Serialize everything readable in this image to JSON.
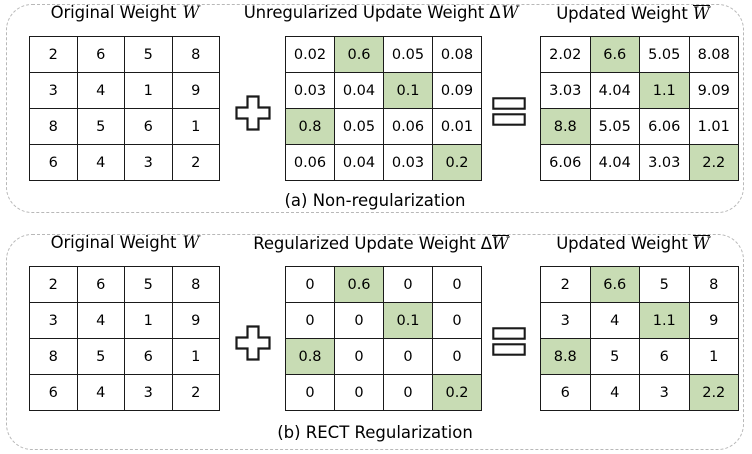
{
  "figure": {
    "green_highlight": "#c8dcb4",
    "panel_border": "#b8b8b8"
  },
  "panels": [
    {
      "id": "a",
      "caption": "(a) Non-regularization",
      "blocks": [
        {
          "title_prefix": "Original Weight ",
          "title_symbol": "W",
          "symbol_overline": false,
          "title_delta": "",
          "matrix": [
            [
              "2",
              "6",
              "5",
              "8"
            ],
            [
              "3",
              "4",
              "1",
              "9"
            ],
            [
              "8",
              "5",
              "6",
              "1"
            ],
            [
              "6",
              "4",
              "3",
              "2"
            ]
          ],
          "highlight": [
            [
              false,
              false,
              false,
              false
            ],
            [
              false,
              false,
              false,
              false
            ],
            [
              false,
              false,
              false,
              false
            ],
            [
              false,
              false,
              false,
              false
            ]
          ]
        },
        {
          "title_prefix": "Unregularized Update Weight ",
          "title_delta": "Δ",
          "title_symbol": "W",
          "symbol_overline": false,
          "matrix": [
            [
              "0.02",
              "0.6",
              "0.05",
              "0.08"
            ],
            [
              "0.03",
              "0.04",
              "0.1",
              "0.09"
            ],
            [
              "0.8",
              "0.05",
              "0.06",
              "0.01"
            ],
            [
              "0.06",
              "0.04",
              "0.03",
              "0.2"
            ]
          ],
          "highlight": [
            [
              false,
              true,
              false,
              false
            ],
            [
              false,
              false,
              true,
              false
            ],
            [
              true,
              false,
              false,
              false
            ],
            [
              false,
              false,
              false,
              true
            ]
          ]
        },
        {
          "title_prefix": "Updated Weight ",
          "title_delta": "",
          "title_symbol": "W",
          "symbol_overline": true,
          "matrix": [
            [
              "2.02",
              "6.6",
              "5.05",
              "8.08"
            ],
            [
              "3.03",
              "4.04",
              "1.1",
              "9.09"
            ],
            [
              "8.8",
              "5.05",
              "6.06",
              "1.01"
            ],
            [
              "6.06",
              "4.04",
              "3.03",
              "2.2"
            ]
          ],
          "highlight": [
            [
              false,
              true,
              false,
              false
            ],
            [
              false,
              false,
              true,
              false
            ],
            [
              true,
              false,
              false,
              false
            ],
            [
              false,
              false,
              false,
              true
            ]
          ]
        }
      ]
    },
    {
      "id": "b",
      "caption": "(b) RECT Regularization",
      "blocks": [
        {
          "title_prefix": "Original Weight ",
          "title_delta": "",
          "title_symbol": "W",
          "symbol_overline": false,
          "matrix": [
            [
              "2",
              "6",
              "5",
              "8"
            ],
            [
              "3",
              "4",
              "1",
              "9"
            ],
            [
              "8",
              "5",
              "6",
              "1"
            ],
            [
              "6",
              "4",
              "3",
              "2"
            ]
          ],
          "highlight": [
            [
              false,
              false,
              false,
              false
            ],
            [
              false,
              false,
              false,
              false
            ],
            [
              false,
              false,
              false,
              false
            ],
            [
              false,
              false,
              false,
              false
            ]
          ]
        },
        {
          "title_prefix": "Regularized Update Weight ",
          "title_delta": "Δ",
          "title_symbol": "W",
          "symbol_overline": true,
          "matrix": [
            [
              "0",
              "0.6",
              "0",
              "0"
            ],
            [
              "0",
              "0",
              "0.1",
              "0"
            ],
            [
              "0.8",
              "0",
              "0",
              "0"
            ],
            [
              "0",
              "0",
              "0",
              "0.2"
            ]
          ],
          "highlight": [
            [
              false,
              true,
              false,
              false
            ],
            [
              false,
              false,
              true,
              false
            ],
            [
              true,
              false,
              false,
              false
            ],
            [
              false,
              false,
              false,
              true
            ]
          ]
        },
        {
          "title_prefix": "Updated Weight ",
          "title_delta": "",
          "title_symbol": "W",
          "symbol_overline": true,
          "matrix": [
            [
              "2",
              "6.6",
              "5",
              "8"
            ],
            [
              "3",
              "4",
              "1.1",
              "9"
            ],
            [
              "8.8",
              "5",
              "6",
              "1"
            ],
            [
              "6",
              "4",
              "3",
              "2.2"
            ]
          ],
          "highlight": [
            [
              false,
              true,
              false,
              false
            ],
            [
              false,
              false,
              true,
              false
            ],
            [
              true,
              false,
              false,
              false
            ],
            [
              false,
              false,
              false,
              true
            ]
          ]
        }
      ]
    }
  ],
  "operators": {
    "plus": "plus-operator",
    "equals": "equals-operator"
  }
}
